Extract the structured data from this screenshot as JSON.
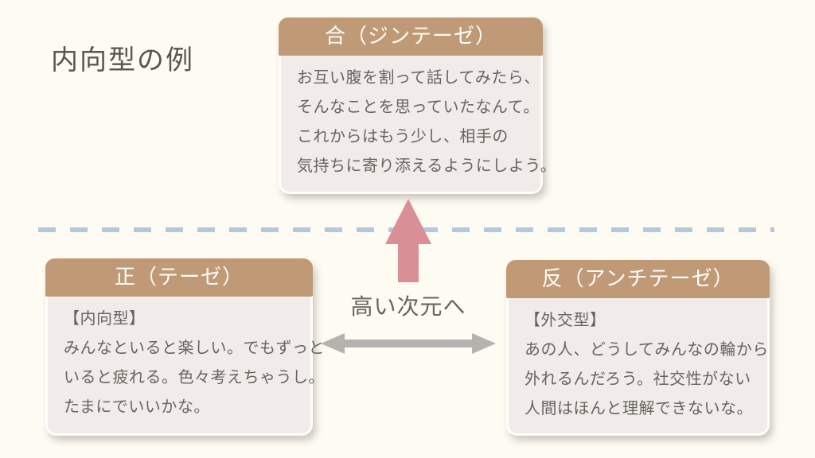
{
  "page": {
    "title": "内向型の例",
    "center_label": "高い次元へ"
  },
  "boxes": {
    "synthesis": {
      "header": "合（ジンテーゼ）",
      "lines": [
        "お互い腹を割って話してみたら、",
        "そんなことを思っていたなんて。",
        "これからはもう少し、相手の",
        "気持ちに寄り添えるようにしよう。"
      ]
    },
    "thesis": {
      "header": "正（テーゼ）",
      "lines": [
        "【内向型】",
        "みんなといると楽しい。でもずっと",
        "いると疲れる。色々考えちゃうし。",
        "たまにでいいかな。"
      ]
    },
    "antithesis": {
      "header": "反（アンチテーゼ）",
      "lines": [
        "【外交型】",
        "あの人、どうしてみんなの輪から",
        "外れるんだろう。社交性がない",
        "人間はほんと理解できないな。"
      ]
    }
  },
  "icons": {
    "up_arrow": "up-arrow",
    "double_arrow": "double-headed-horizontal-arrow",
    "dashed_divider": "horizontal-dashed-line"
  },
  "colors": {
    "background": "#fdfbf2",
    "header_bg": "#c09a77",
    "header_text": "#fffdf9",
    "box_body_bg": "#f1ecea",
    "box_border": "#fffdf8",
    "body_text": "#676560",
    "title_text": "#585650",
    "dashed_line": "#b4c8dd",
    "up_arrow": "#d98f96",
    "horizontal_arrow": "#b5b3af"
  }
}
